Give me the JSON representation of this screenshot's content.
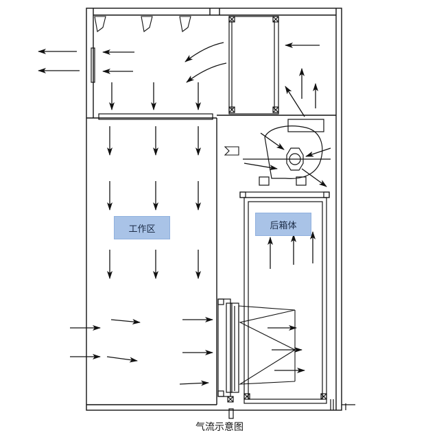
{
  "labels": {
    "work_zone": "工作区",
    "rear_box": "后箱体"
  },
  "caption": "气流示意图",
  "colors": {
    "label_fill": "#a9c3e7",
    "line": "#111111",
    "background": "#ffffff"
  }
}
